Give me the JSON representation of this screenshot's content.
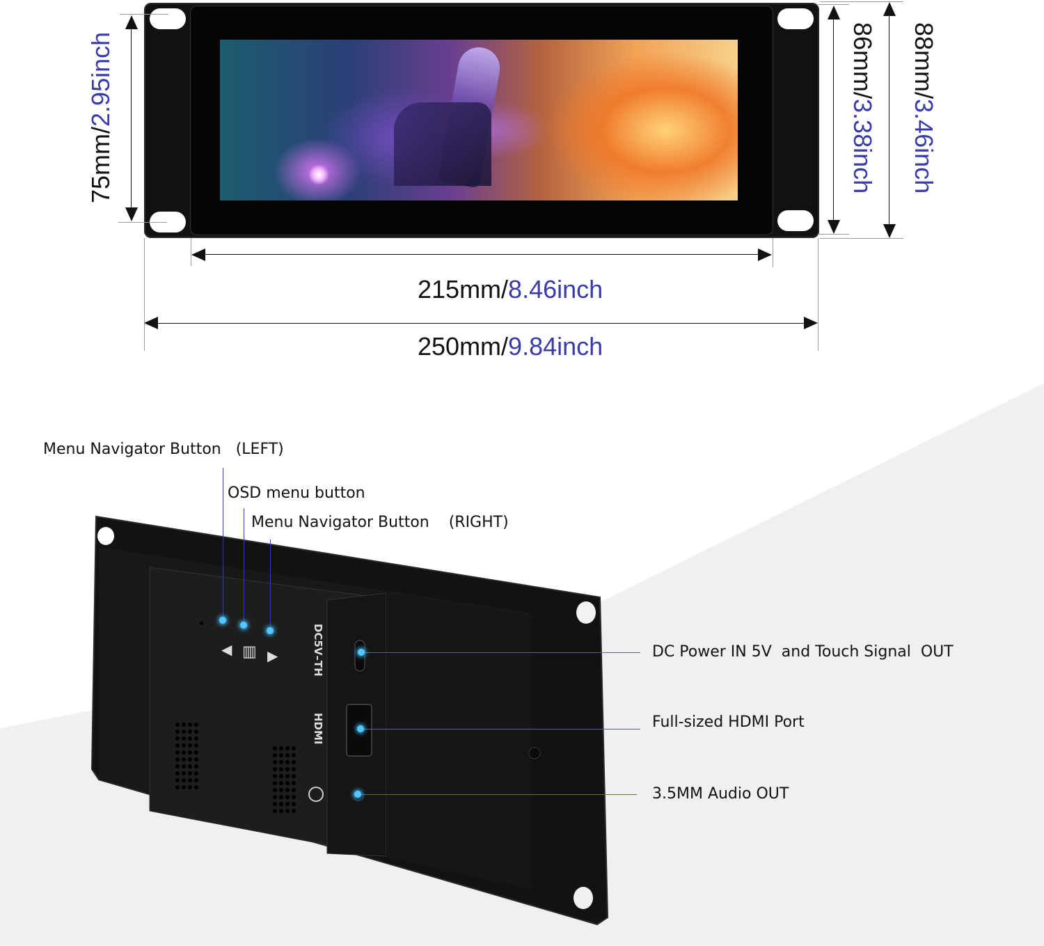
{
  "front_view": {
    "height_inner": {
      "mm": "75mm/",
      "inch": "2.95inch"
    },
    "height_bezel": {
      "mm": "86mm/",
      "inch": "3.38inch"
    },
    "height_outer": {
      "mm": "88mm/",
      "inch": "3.46inch"
    },
    "width_bezel": {
      "mm": "215mm/",
      "inch": "8.46inch"
    },
    "width_outer": {
      "mm": "250mm/",
      "inch": "9.84inch"
    }
  },
  "back_view": {
    "callouts_top": [
      {
        "label": "Menu Navigator Button   (LEFT)"
      },
      {
        "label": "OSD menu button"
      },
      {
        "label": "Menu Navigator Button    (RIGHT)"
      }
    ],
    "callouts_right": [
      {
        "label": "DC Power IN 5V  and Touch Signal  OUT"
      },
      {
        "label": "Full-sized HDMI Port"
      },
      {
        "label": "3.5MM Audio OUT"
      }
    ],
    "panel_markings": {
      "dc_port": "DC5V–TH",
      "hdmi_port": "HDMI",
      "left_arrow": "◀",
      "right_arrow": "▶",
      "menu_icon": "▥"
    }
  },
  "colors": {
    "inch_text": "#3a3aa8",
    "leader_line": "#3b3bb0",
    "indicator_dot": "#52c8ff",
    "device_body": "#111111"
  }
}
